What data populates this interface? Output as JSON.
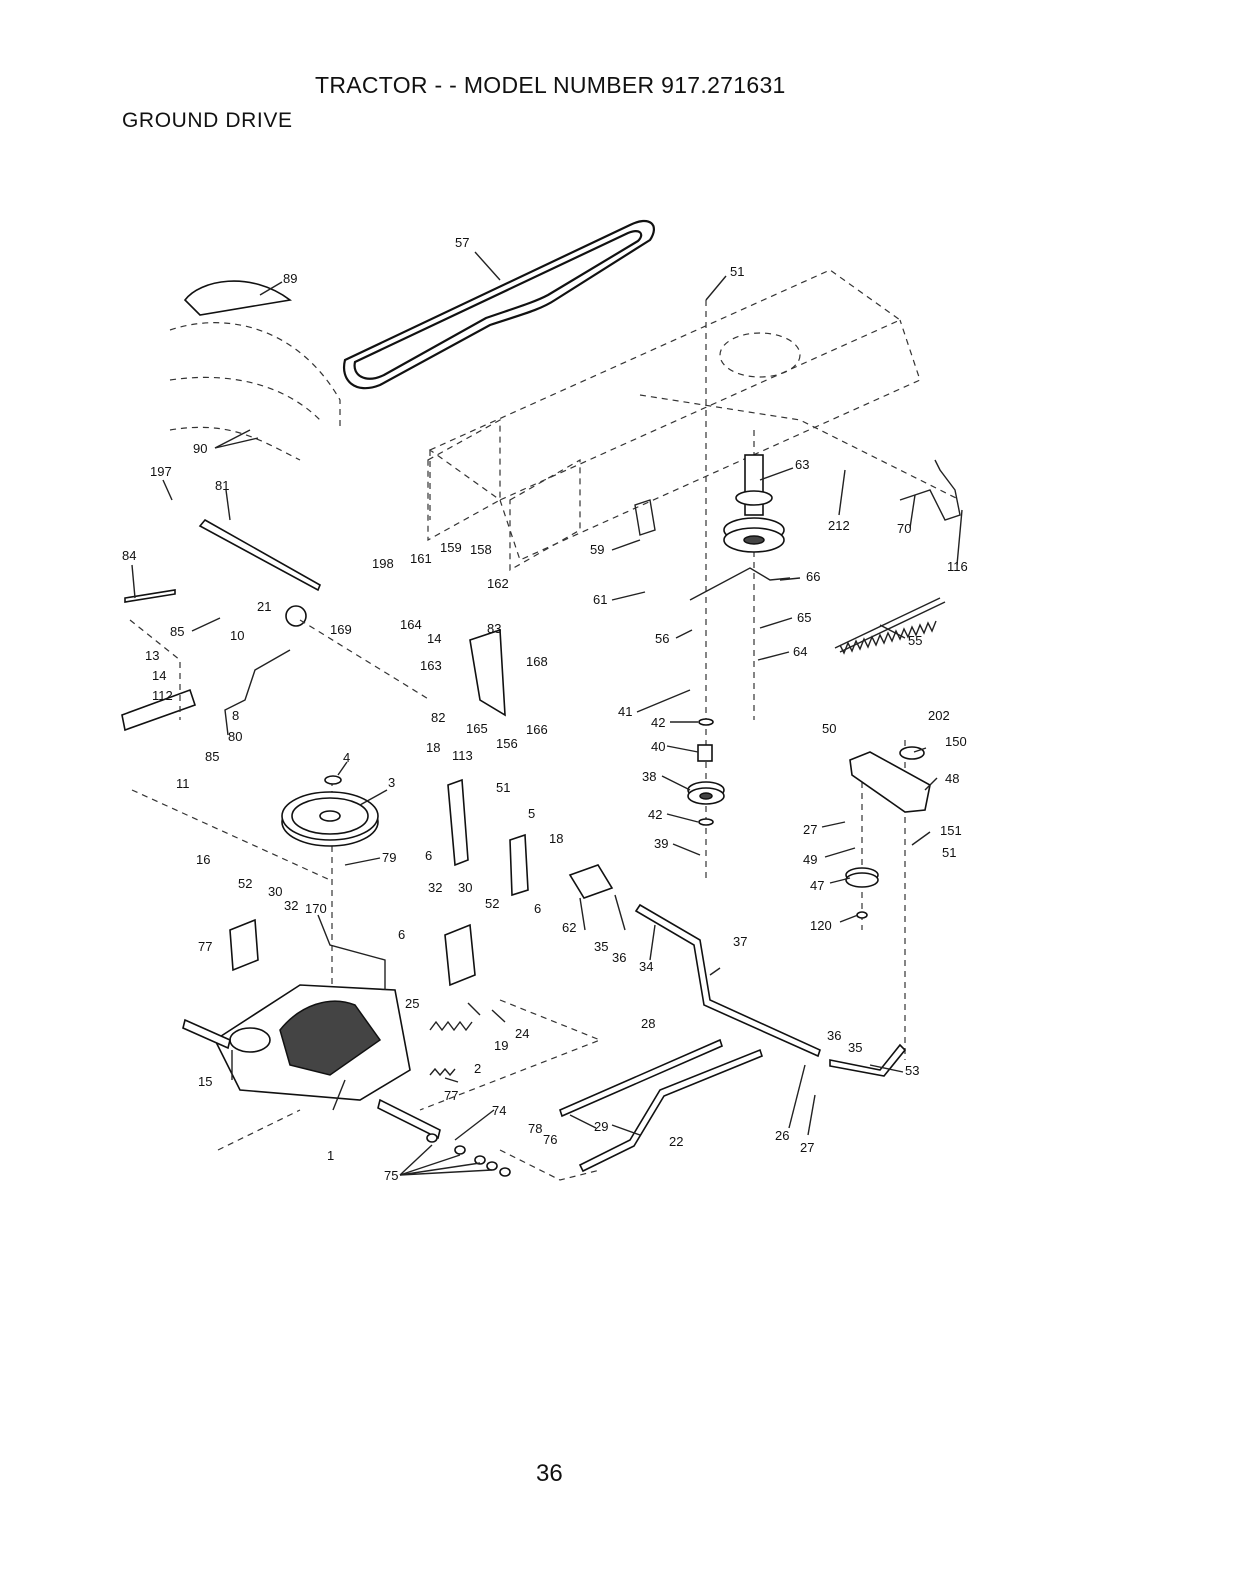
{
  "header": {
    "title": "TRACTOR - - MODEL NUMBER 917.271631",
    "section": "GROUND DRIVE"
  },
  "page_number": "36",
  "callouts": [
    {
      "id": "c57",
      "text": "57"
    },
    {
      "id": "c51a",
      "text": "51"
    },
    {
      "id": "c89",
      "text": "89"
    },
    {
      "id": "c90",
      "text": "90"
    },
    {
      "id": "c197",
      "text": "197"
    },
    {
      "id": "c81",
      "text": "81"
    },
    {
      "id": "c84",
      "text": "84"
    },
    {
      "id": "c85a",
      "text": "85"
    },
    {
      "id": "c21",
      "text": "21"
    },
    {
      "id": "c10",
      "text": "10"
    },
    {
      "id": "c13",
      "text": "13"
    },
    {
      "id": "c14a",
      "text": "14"
    },
    {
      "id": "c112",
      "text": "112"
    },
    {
      "id": "c8",
      "text": "8"
    },
    {
      "id": "c80",
      "text": "80"
    },
    {
      "id": "c85b",
      "text": "85"
    },
    {
      "id": "c11",
      "text": "11"
    },
    {
      "id": "c169",
      "text": "169"
    },
    {
      "id": "c198",
      "text": "198"
    },
    {
      "id": "c161",
      "text": "161"
    },
    {
      "id": "c159",
      "text": "159"
    },
    {
      "id": "c158",
      "text": "158"
    },
    {
      "id": "c162",
      "text": "162"
    },
    {
      "id": "c164",
      "text": "164"
    },
    {
      "id": "c14b",
      "text": "14"
    },
    {
      "id": "c83",
      "text": "83"
    },
    {
      "id": "c163",
      "text": "163"
    },
    {
      "id": "c168",
      "text": "168"
    },
    {
      "id": "c82",
      "text": "82"
    },
    {
      "id": "c165",
      "text": "165"
    },
    {
      "id": "c156",
      "text": "156"
    },
    {
      "id": "c166",
      "text": "166"
    },
    {
      "id": "c59",
      "text": "59"
    },
    {
      "id": "c61",
      "text": "61"
    },
    {
      "id": "c63",
      "text": "63"
    },
    {
      "id": "c212",
      "text": "212"
    },
    {
      "id": "c70",
      "text": "70"
    },
    {
      "id": "c116",
      "text": "116"
    },
    {
      "id": "c66",
      "text": "66"
    },
    {
      "id": "c65",
      "text": "65"
    },
    {
      "id": "c64",
      "text": "64"
    },
    {
      "id": "c55",
      "text": "55"
    },
    {
      "id": "c56",
      "text": "56"
    },
    {
      "id": "c41",
      "text": "41"
    },
    {
      "id": "c42a",
      "text": "42"
    },
    {
      "id": "c40",
      "text": "40"
    },
    {
      "id": "c38",
      "text": "38"
    },
    {
      "id": "c42b",
      "text": "42"
    },
    {
      "id": "c39",
      "text": "39"
    },
    {
      "id": "c50",
      "text": "50"
    },
    {
      "id": "c202",
      "text": "202"
    },
    {
      "id": "c150",
      "text": "150"
    },
    {
      "id": "c48",
      "text": "48"
    },
    {
      "id": "c27a",
      "text": "27"
    },
    {
      "id": "c151",
      "text": "151"
    },
    {
      "id": "c51c",
      "text": "51"
    },
    {
      "id": "c49",
      "text": "49"
    },
    {
      "id": "c47",
      "text": "47"
    },
    {
      "id": "c120",
      "text": "120"
    },
    {
      "id": "c4",
      "text": "4"
    },
    {
      "id": "c3",
      "text": "3"
    },
    {
      "id": "c79",
      "text": "79"
    },
    {
      "id": "c18a",
      "text": "18"
    },
    {
      "id": "c113",
      "text": "113"
    },
    {
      "id": "c51b",
      "text": "51"
    },
    {
      "id": "c6a",
      "text": "6"
    },
    {
      "id": "c5",
      "text": "5"
    },
    {
      "id": "c18b",
      "text": "18"
    },
    {
      "id": "c6b",
      "text": "6"
    },
    {
      "id": "c16",
      "text": "16"
    },
    {
      "id": "c52a",
      "text": "52"
    },
    {
      "id": "c30a",
      "text": "30"
    },
    {
      "id": "c32a",
      "text": "32"
    },
    {
      "id": "c170",
      "text": "170"
    },
    {
      "id": "c77a",
      "text": "77"
    },
    {
      "id": "c32b",
      "text": "32"
    },
    {
      "id": "c30b",
      "text": "30"
    },
    {
      "id": "c52b",
      "text": "52"
    },
    {
      "id": "c6c",
      "text": "6"
    },
    {
      "id": "c62",
      "text": "62"
    },
    {
      "id": "c35a",
      "text": "35"
    },
    {
      "id": "c36a",
      "text": "36"
    },
    {
      "id": "c34",
      "text": "34"
    },
    {
      "id": "c37",
      "text": "37"
    },
    {
      "id": "c25",
      "text": "25"
    },
    {
      "id": "c19",
      "text": "19"
    },
    {
      "id": "c24",
      "text": "24"
    },
    {
      "id": "c28",
      "text": "28"
    },
    {
      "id": "c36b",
      "text": "36"
    },
    {
      "id": "c35b",
      "text": "35"
    },
    {
      "id": "c53",
      "text": "53"
    },
    {
      "id": "c2",
      "text": "2"
    },
    {
      "id": "c15",
      "text": "15"
    },
    {
      "id": "c77b",
      "text": "77"
    },
    {
      "id": "c74",
      "text": "74"
    },
    {
      "id": "c29",
      "text": "29"
    },
    {
      "id": "c78",
      "text": "78"
    },
    {
      "id": "c76",
      "text": "76"
    },
    {
      "id": "c22",
      "text": "22"
    },
    {
      "id": "c26",
      "text": "26"
    },
    {
      "id": "c27b",
      "text": "27"
    },
    {
      "id": "c1",
      "text": "1"
    },
    {
      "id": "c75",
      "text": "75"
    }
  ]
}
